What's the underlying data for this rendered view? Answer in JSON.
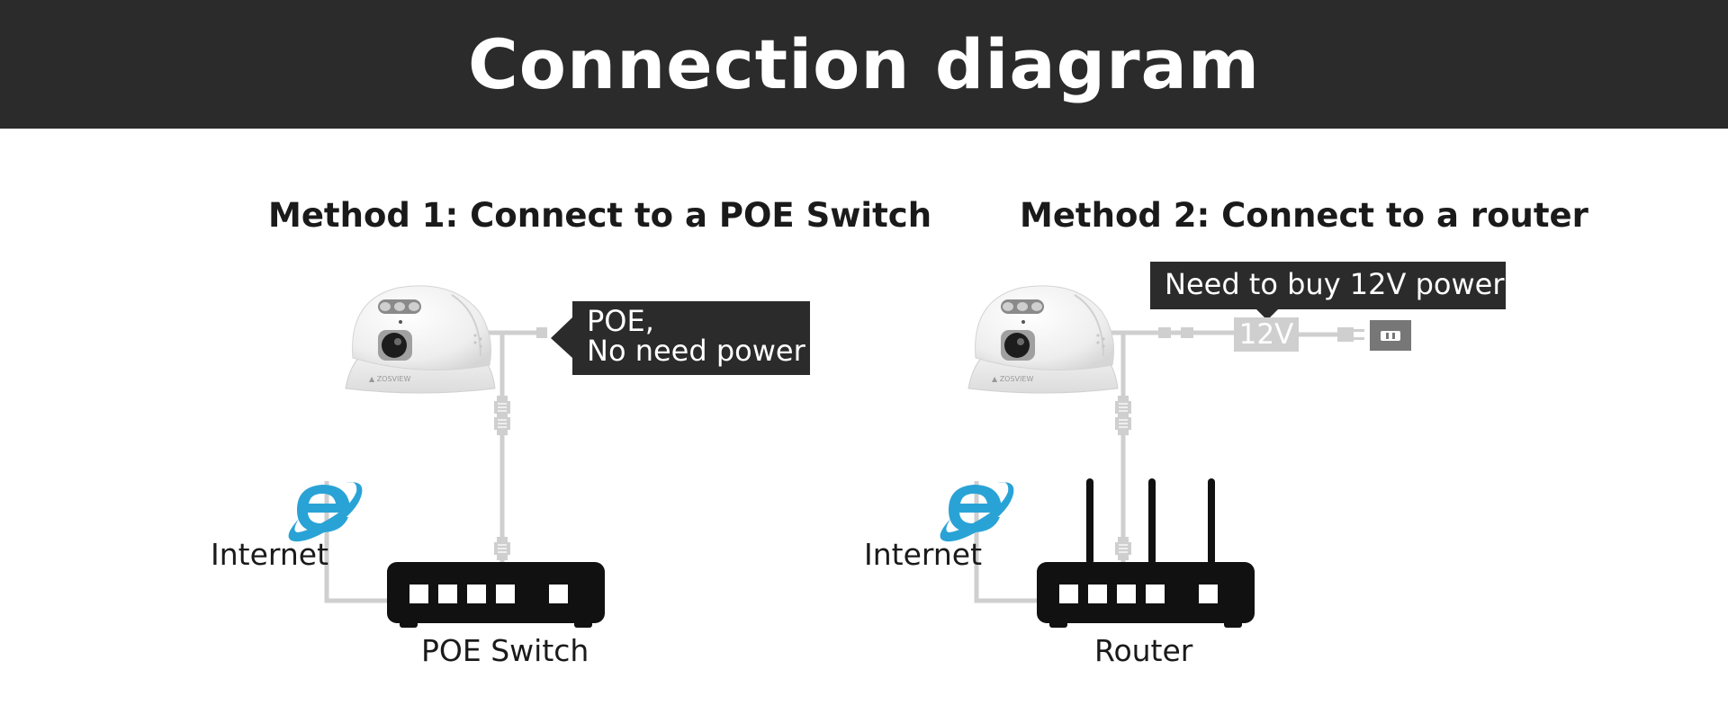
{
  "header": {
    "title": "Connection diagram"
  },
  "method1": {
    "title": "Method 1: Connect to a POE Switch",
    "callout_line1": "POE,",
    "callout_line2": "No need power",
    "internet_label": "Internet",
    "device_label": "POE Switch"
  },
  "method2": {
    "title": "Method 2: Connect to a router",
    "callout": "Need to buy 12V power",
    "adapter_label": "12V",
    "internet_label": "Internet",
    "device_label": "Router"
  },
  "colors": {
    "header_bg": "#2b2b2b",
    "cable": "#cfcfcf",
    "device": "#111111",
    "ie_blue": "#29a3d6"
  },
  "icons": [
    "dome-camera-icon",
    "internet-explorer-icon",
    "network-switch-icon",
    "router-icon",
    "power-outlet-icon",
    "rj45-connector-icon"
  ]
}
